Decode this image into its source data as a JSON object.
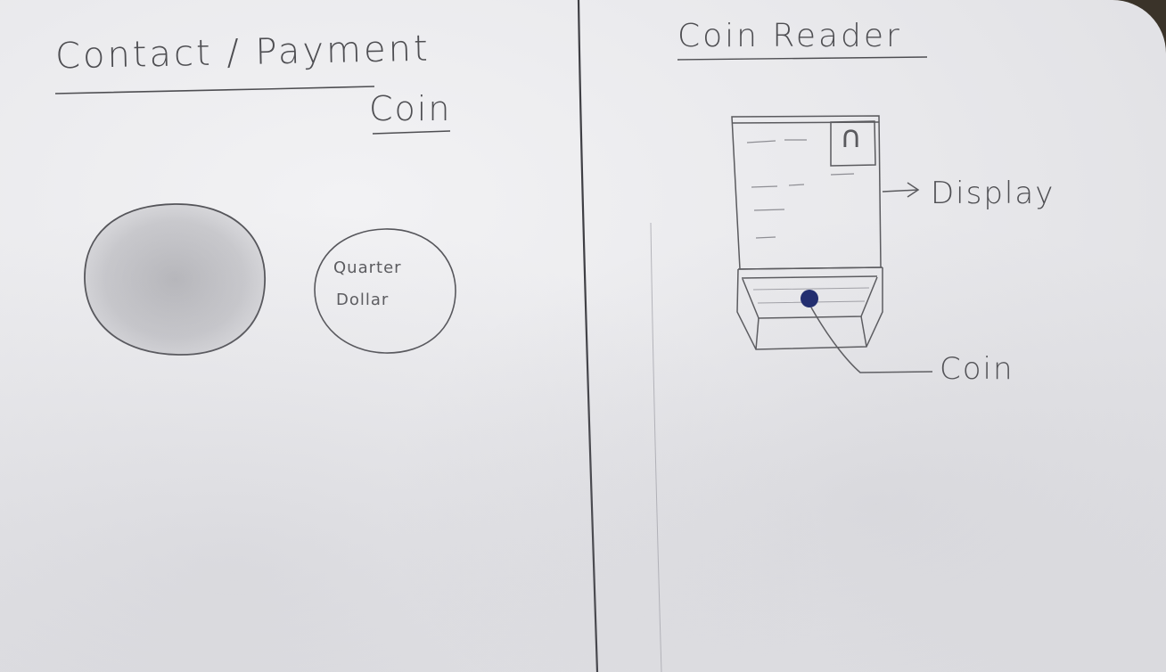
{
  "left_panel": {
    "title_line1": "Contact / Payment",
    "title_line2": "Coin",
    "coin_text_line1": "Quarter",
    "coin_text_line2": "Dollar"
  },
  "right_panel": {
    "title": "Coin Reader",
    "display_label": "Display",
    "coin_label": "Coin",
    "display_icon_glyph": "∩"
  },
  "colors": {
    "paper": "#e9e9ec",
    "pencil": "#4e4e52",
    "coin_dot": "#1e2a6e"
  }
}
